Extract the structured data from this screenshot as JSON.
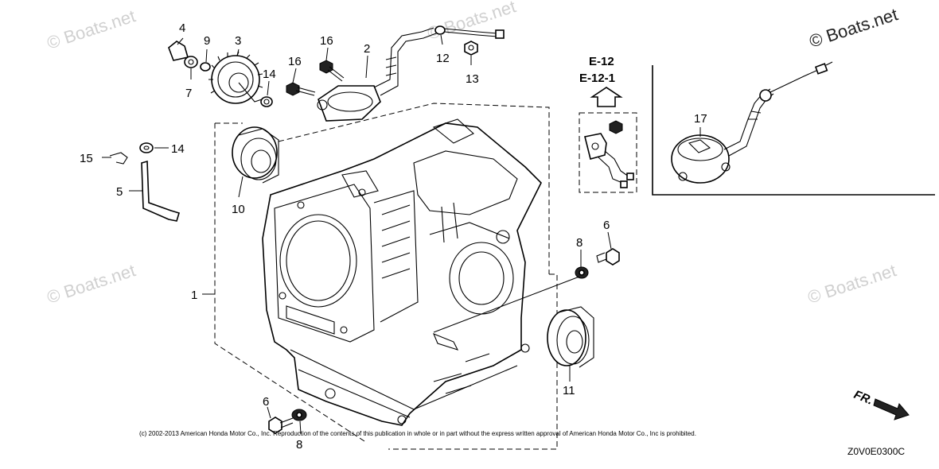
{
  "callouts": {
    "c1": "1",
    "c2": "2",
    "c3": "3",
    "c4": "4",
    "c5": "5",
    "c6a": "6",
    "c6b": "6",
    "c7": "7",
    "c8a": "8",
    "c8b": "8",
    "c9": "9",
    "c10": "10",
    "c11": "11",
    "c12": "12",
    "c13": "13",
    "c14a": "14",
    "c14b": "14",
    "c15": "15",
    "c16a": "16",
    "c16b": "16",
    "c17": "17"
  },
  "reference": {
    "line1": "E-12",
    "line2": "E-12-1"
  },
  "watermark": "© Boats.net",
  "copyright": "(c) 2002-2013 American Honda Motor Co., Inc. Reproduction of the contents of this publication in whole or in part without the express written approval of American Honda Motor Co., Inc is prohibited.",
  "diagram_code": "Z0V0E0300C",
  "front_label": "FR."
}
